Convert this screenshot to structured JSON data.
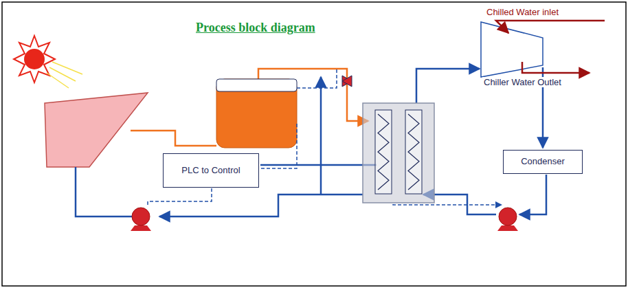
{
  "diagram": {
    "title": "Process block diagram",
    "nodes": [
      {
        "text": [
          "PLC to Control"
        ]
      },
      {
        "text": [
          "Condenser"
        ]
      }
    ],
    "labels": [
      "Chilled Water inlet",
      "Chiller Water Outlet"
    ]
  }
}
